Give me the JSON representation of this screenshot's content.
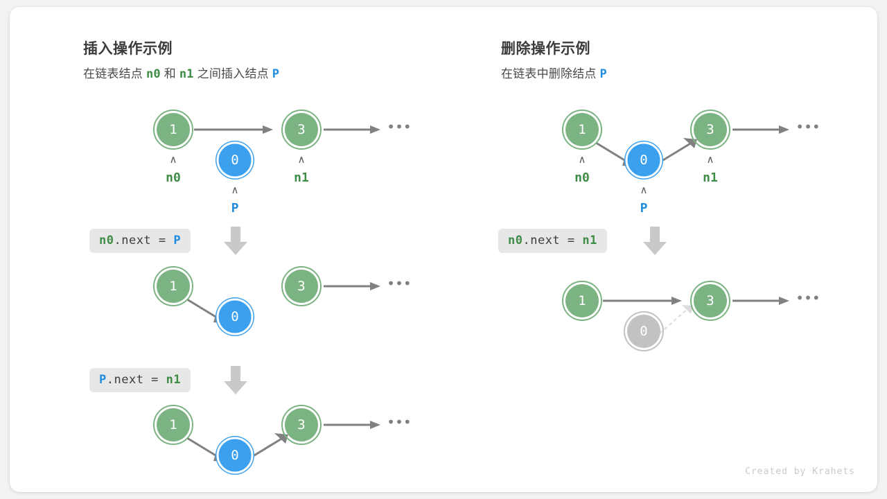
{
  "meta": {
    "footer": "Created by Krahets",
    "background": "#f2f2f2",
    "card_background": "#ffffff"
  },
  "colors": {
    "green": "#7cb383",
    "green_text": "#3f8c46",
    "blue": "#3ba0ee",
    "blue_text": "#1f8ce0",
    "gray_node": "#c2c2c2",
    "arrow": "#808080",
    "dashed": "#dcdcdc",
    "badge_bg": "#e7e7e7",
    "title": "#3b3b3b"
  },
  "panels": [
    {
      "id": "insert",
      "title": "插入操作示例",
      "subtitle": {
        "parts": [
          {
            "text": "在链表结点 ",
            "style": "plain"
          },
          {
            "text": "n0",
            "style": "green"
          },
          {
            "text": " 和 ",
            "style": "plain"
          },
          {
            "text": "n1",
            "style": "green"
          },
          {
            "text": " 之间插入结点 ",
            "style": "plain"
          },
          {
            "text": "P",
            "style": "blue"
          }
        ]
      },
      "steps": [
        {
          "code": {
            "parts": [
              {
                "text": "n0",
                "style": "green"
              },
              {
                "text": ".next = ",
                "style": "plain"
              },
              {
                "text": "P",
                "style": "blue"
              }
            ]
          }
        },
        {
          "code": {
            "parts": [
              {
                "text": "P",
                "style": "blue"
              },
              {
                "text": ".next = ",
                "style": "plain"
              },
              {
                "text": "n1",
                "style": "green"
              }
            ]
          }
        }
      ],
      "diagrams": [
        {
          "name": "insert-before",
          "nodes": [
            {
              "id": "n1node",
              "value": "1",
              "color": "green",
              "tag": "n0",
              "tag_color": "green"
            },
            {
              "id": "p",
              "value": "0",
              "color": "blue",
              "tag": "P",
              "tag_color": "blue"
            },
            {
              "id": "n3node",
              "value": "3",
              "color": "green",
              "tag": "n1",
              "tag_color": "green"
            }
          ],
          "edges": [
            {
              "from": "1",
              "to": "3",
              "style": "solid"
            }
          ],
          "ellipsis": "•••"
        },
        {
          "name": "insert-step1",
          "nodes": [
            {
              "id": "n1node",
              "value": "1",
              "color": "green"
            },
            {
              "id": "p",
              "value": "0",
              "color": "blue"
            },
            {
              "id": "n3node",
              "value": "3",
              "color": "green"
            }
          ],
          "edges": [
            {
              "from": "1",
              "to": "0",
              "style": "solid"
            }
          ],
          "ellipsis": "•••"
        },
        {
          "name": "insert-step2",
          "nodes": [
            {
              "id": "n1node",
              "value": "1",
              "color": "green"
            },
            {
              "id": "p",
              "value": "0",
              "color": "blue"
            },
            {
              "id": "n3node",
              "value": "3",
              "color": "green"
            }
          ],
          "edges": [
            {
              "from": "1",
              "to": "0",
              "style": "solid"
            },
            {
              "from": "0",
              "to": "3",
              "style": "solid"
            }
          ],
          "ellipsis": "•••"
        }
      ]
    },
    {
      "id": "remove",
      "title": "删除操作示例",
      "subtitle": {
        "parts": [
          {
            "text": "在链表中删除结点 ",
            "style": "plain"
          },
          {
            "text": "P",
            "style": "blue"
          }
        ]
      },
      "steps": [
        {
          "code": {
            "parts": [
              {
                "text": "n0",
                "style": "green"
              },
              {
                "text": ".next = ",
                "style": "plain"
              },
              {
                "text": "n1",
                "style": "green"
              }
            ]
          }
        }
      ],
      "diagrams": [
        {
          "name": "remove-before",
          "nodes": [
            {
              "id": "n1node",
              "value": "1",
              "color": "green",
              "tag": "n0",
              "tag_color": "green"
            },
            {
              "id": "p",
              "value": "0",
              "color": "blue",
              "tag": "P",
              "tag_color": "blue"
            },
            {
              "id": "n3node",
              "value": "3",
              "color": "green",
              "tag": "n1",
              "tag_color": "green"
            }
          ],
          "edges": [
            {
              "from": "1",
              "to": "0",
              "style": "solid"
            },
            {
              "from": "0",
              "to": "3",
              "style": "solid"
            }
          ],
          "ellipsis": "•••"
        },
        {
          "name": "remove-after",
          "nodes": [
            {
              "id": "n1node",
              "value": "1",
              "color": "green"
            },
            {
              "id": "p",
              "value": "0",
              "color": "gray"
            },
            {
              "id": "n3node",
              "value": "3",
              "color": "green"
            }
          ],
          "edges": [
            {
              "from": "1",
              "to": "3",
              "style": "solid"
            },
            {
              "from": "0",
              "to": "3",
              "style": "dashed"
            }
          ],
          "ellipsis": "•••"
        }
      ]
    }
  ],
  "labels": {
    "node_values": {
      "first": "1",
      "middle": "0",
      "last": "3"
    },
    "tags": {
      "n0": "n0",
      "n1": "n1",
      "p": "P"
    },
    "caret": "∧",
    "ellipsis": "•••"
  }
}
